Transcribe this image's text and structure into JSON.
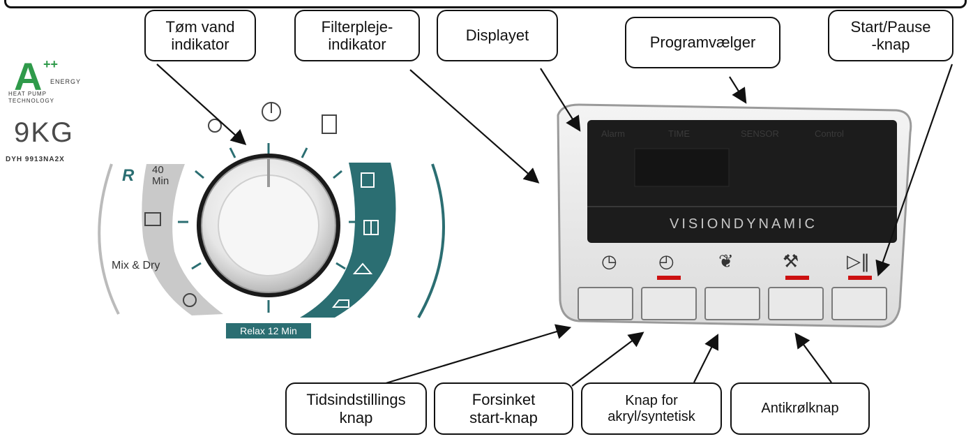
{
  "callouts": {
    "drain": "Tøm vand\nindikator",
    "filter": "Filterpleje-\nindikator",
    "display": "Displayet",
    "selector": "Programvælger",
    "startpause": "Start/Pause\n-knap",
    "timeset": "Tidsindstillings\nknap",
    "delay": "Forsinket\nstart-knap",
    "acrylic": "Knap for\nakryl/syntetisk",
    "anticrease": "Antikrølknap"
  },
  "branding": {
    "energy_class": "A",
    "energy_plus": "++",
    "energy_word": "ENERGY",
    "technology": "HEAT PUMP\nTECHNOLOGY",
    "capacity": "9KG",
    "model": "DYH 9913NA2X"
  },
  "dial": {
    "quick_symbol": "R",
    "quick_label": "40\nMin",
    "mix_label": "Mix & Dry",
    "relax_label": "Relax 12 Min"
  },
  "panel": {
    "alarm": "Alarm",
    "time": "TIME",
    "sensor": "SENSOR",
    "control": "Control",
    "brand": "VISIONDYNAMIC"
  },
  "icons": [
    "clock-icon",
    "delay-start-icon",
    "leaf-icon",
    "anti-crease-icon",
    "play-pause-icon"
  ],
  "colors": {
    "teal": "#2b6e72",
    "led_red": "#cc1111",
    "energy_green": "#2f9a4a"
  }
}
